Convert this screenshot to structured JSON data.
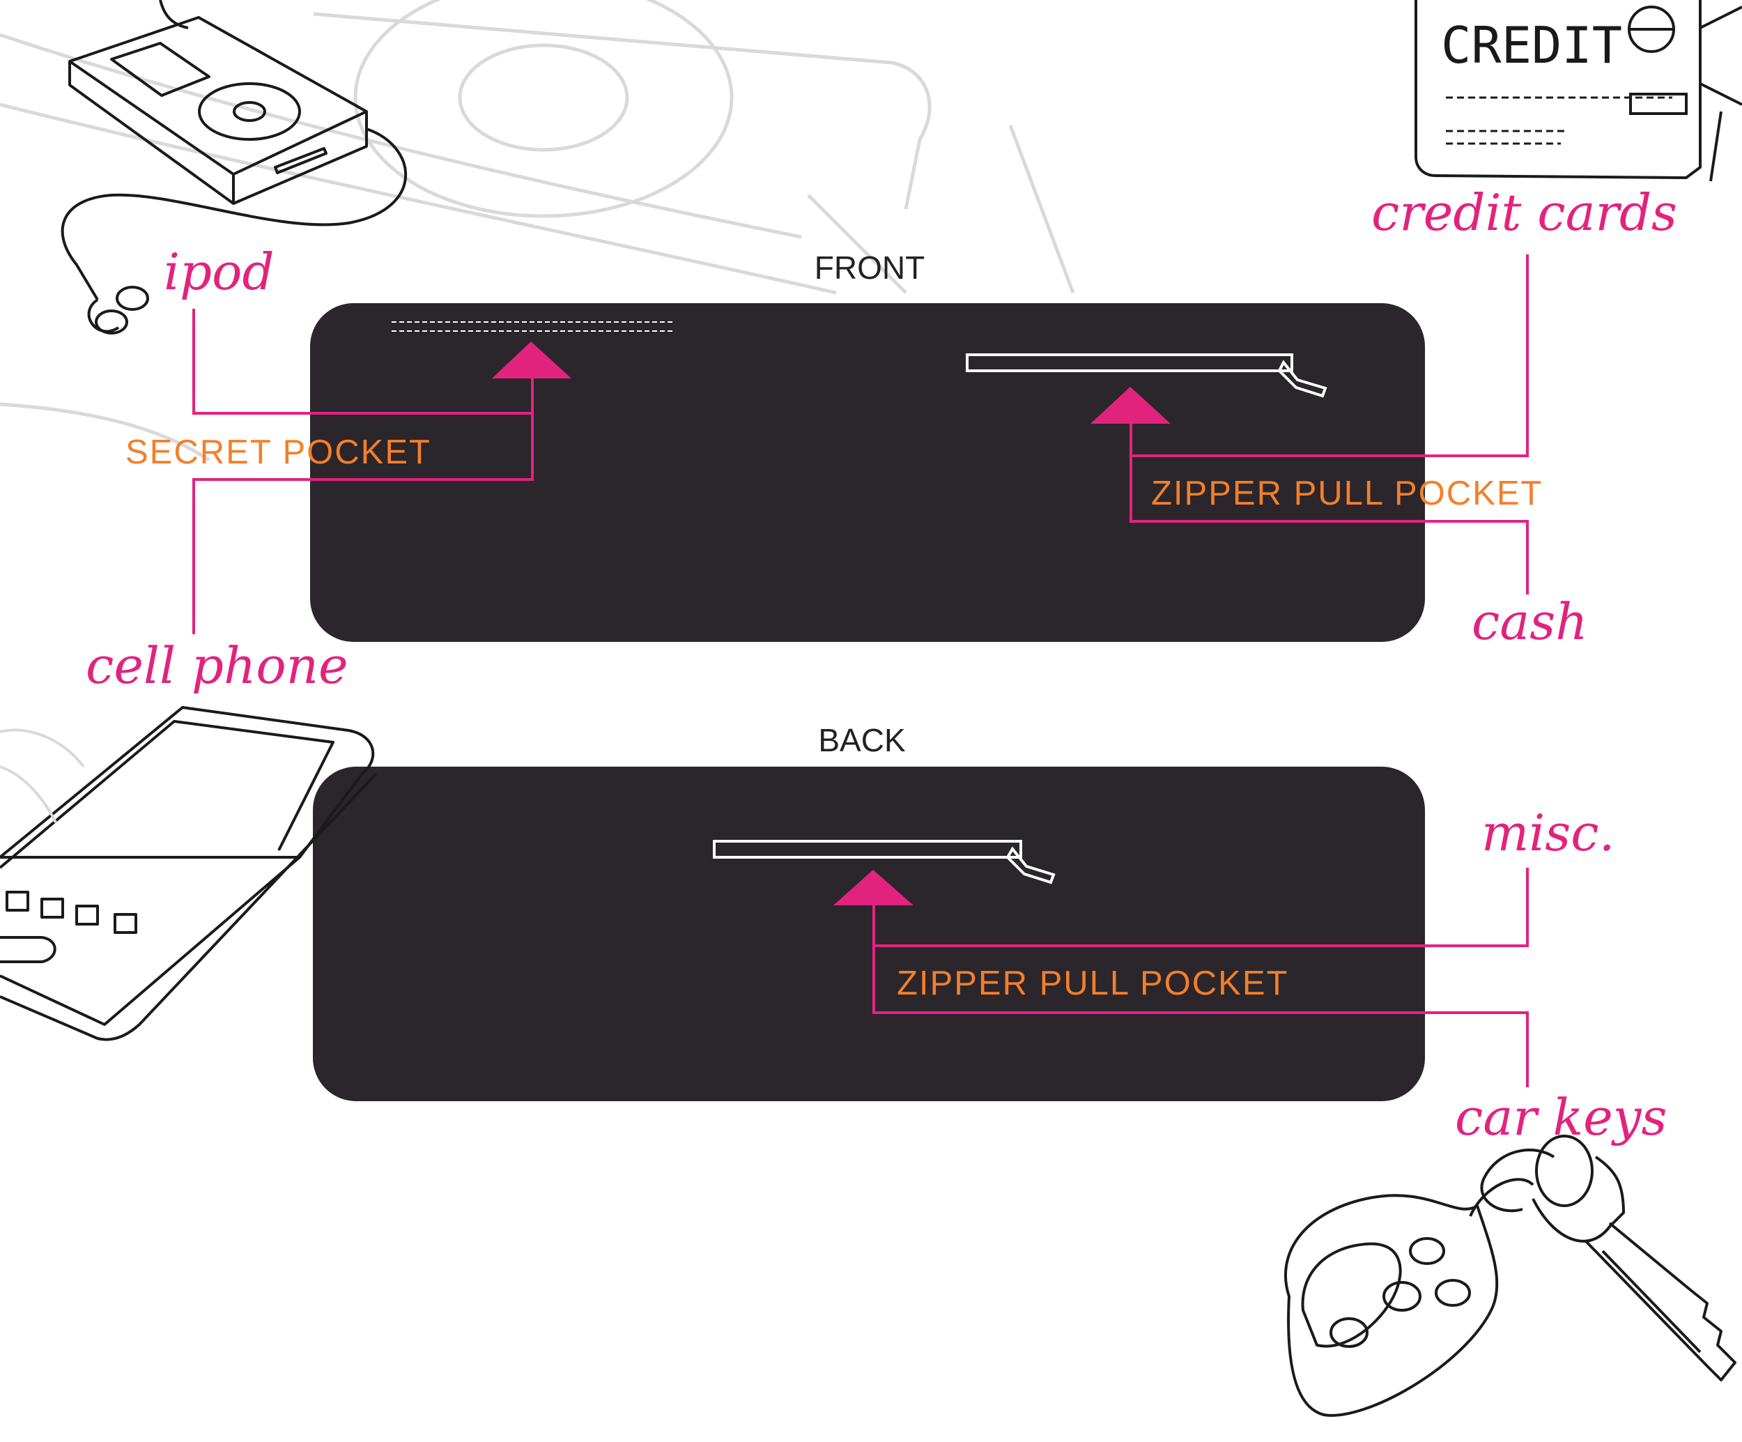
{
  "views": {
    "front": {
      "title": "FRONT"
    },
    "back": {
      "title": "BACK"
    }
  },
  "pockets": {
    "front_secret": "SECRET POCKET",
    "front_zipper": "ZIPPER PULL POCKET",
    "back_zipper": "ZIPPER PULL POCKET"
  },
  "items": {
    "ipod": "ipod",
    "cell_phone": "cell phone",
    "credit_cards": "credit cards",
    "cash": "cash",
    "misc": "misc.",
    "car_keys": "car keys"
  },
  "sketch_text": {
    "credit_card_label": "CREDIT"
  },
  "colors": {
    "panel": "#2a262b",
    "accent_pink": "#e2237e",
    "label_orange": "#f47f2a",
    "sketch_line": "#1a1a1a",
    "background_sketch": "#d9d9d9"
  }
}
